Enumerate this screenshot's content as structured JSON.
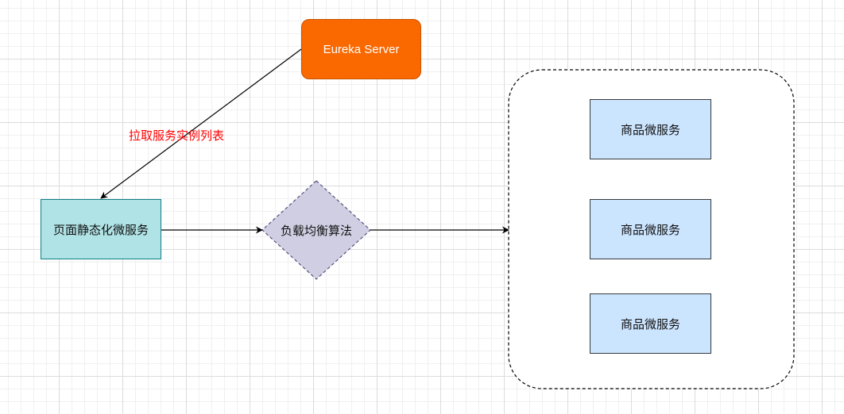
{
  "nodes": {
    "eureka": "Eureka Server",
    "static_service": "页面静态化微服务",
    "load_balancer": "负载均衡算法",
    "products": [
      "商品微服务",
      "商品微服务",
      "商品微服务"
    ]
  },
  "edges": {
    "pull_label": "拉取服务实例列表"
  },
  "colors": {
    "eureka_fill": "#fa6800",
    "static_service_fill": "#b0e3e6",
    "load_balancer_fill": "#d0cee2",
    "product_fill": "#cce5ff",
    "edge_label": "#ff0000"
  }
}
